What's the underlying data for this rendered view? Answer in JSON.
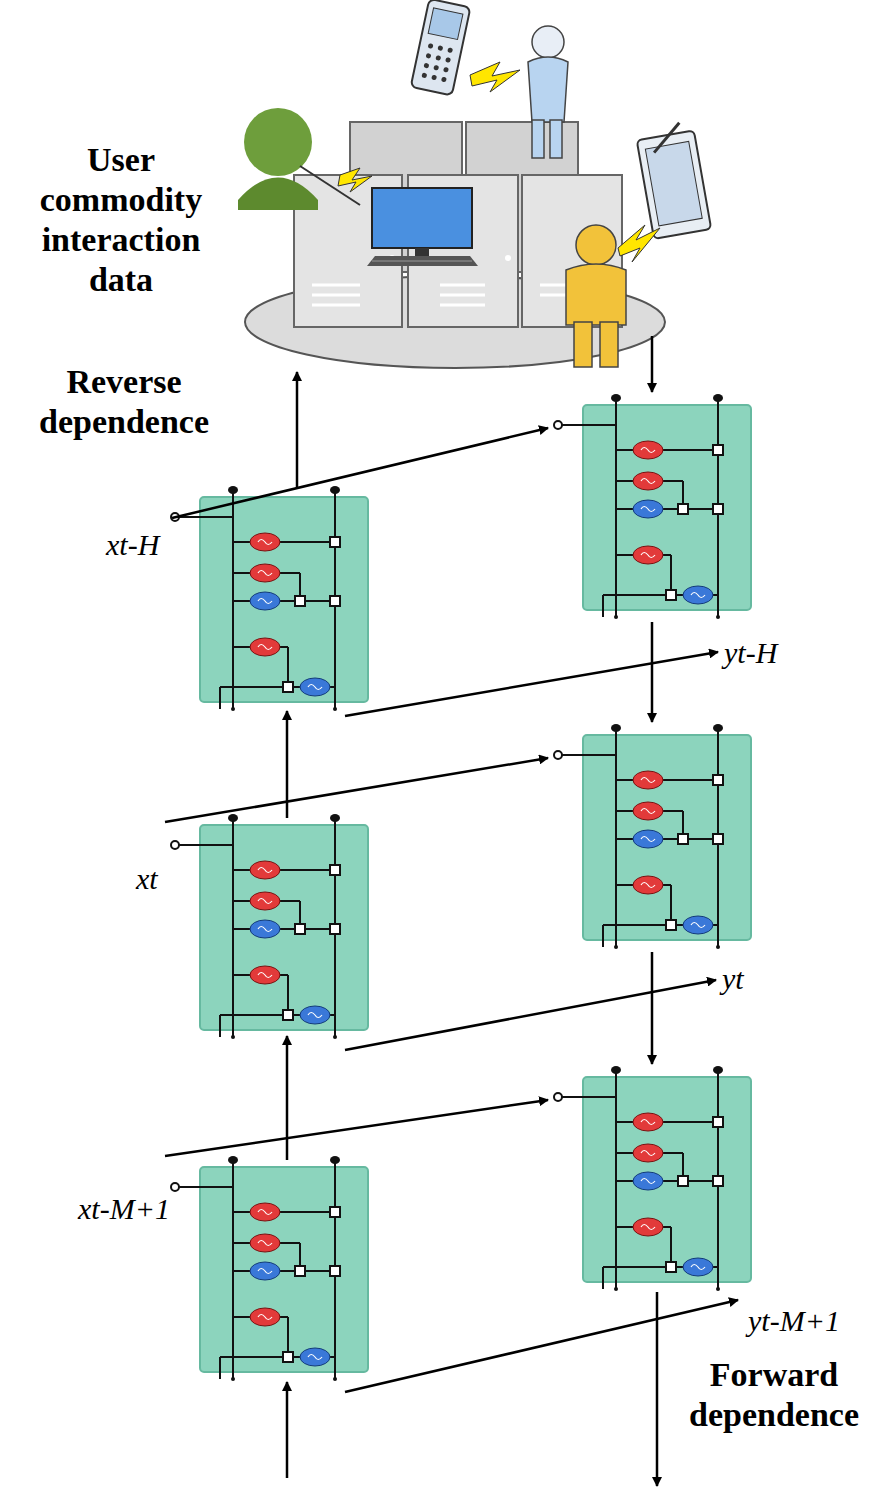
{
  "diagram": {
    "labels": [
      "User commodity interaction data",
      "Reverse dependence",
      "xt-H",
      "yt-H",
      "xt",
      "yt",
      "xt-M+1",
      "yt-M+1",
      "Forward dependence"
    ]
  }
}
